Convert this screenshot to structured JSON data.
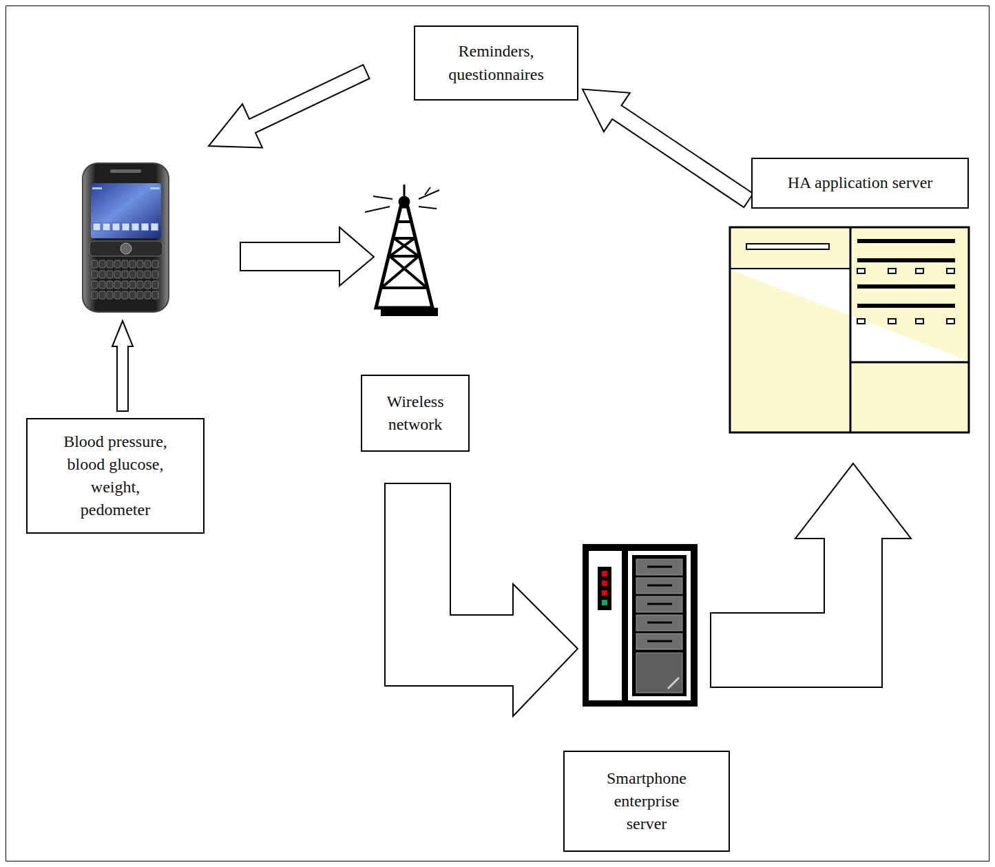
{
  "diagram": {
    "nodes": [
      {
        "text": [
          "Reminders, questionnaires"
        ]
      },
      {
        "text": [
          "HA application server"
        ]
      },
      {
        "text": [
          "Blood pressure, blood glucose, weight, pedometer"
        ]
      },
      {
        "text": [
          "Wireless network"
        ]
      },
      {
        "text": [
          "Smartphone enterprise server"
        ]
      }
    ],
    "edges": [
      {
        "from": 1,
        "to": 0,
        "arrow": "to"
      }
    ]
  }
}
